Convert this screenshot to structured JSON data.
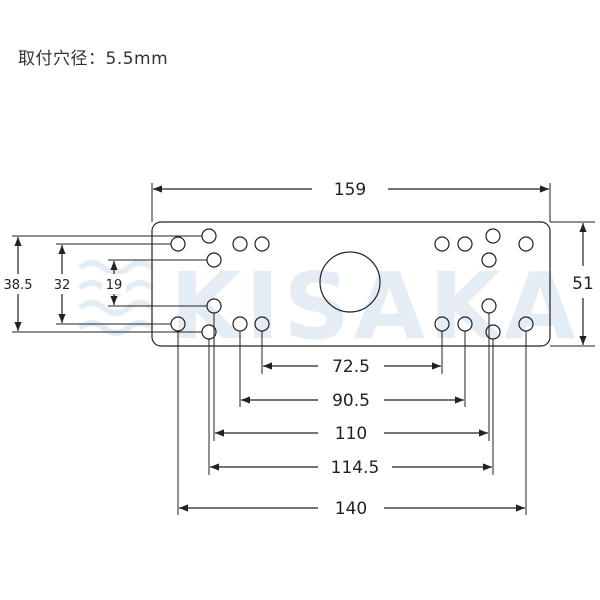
{
  "note": "取付穴径：5.5mm",
  "watermark": "KISAKA",
  "dimensions": {
    "width": "159",
    "height": "51",
    "h72": "72.5",
    "h90": "90.5",
    "h110": "110",
    "h114": "114.5",
    "h140": "140",
    "v385": "38.5",
    "v32": "32",
    "v19": "19"
  },
  "colors": {
    "line": "#222222",
    "watermark": "#e4ecf4"
  }
}
